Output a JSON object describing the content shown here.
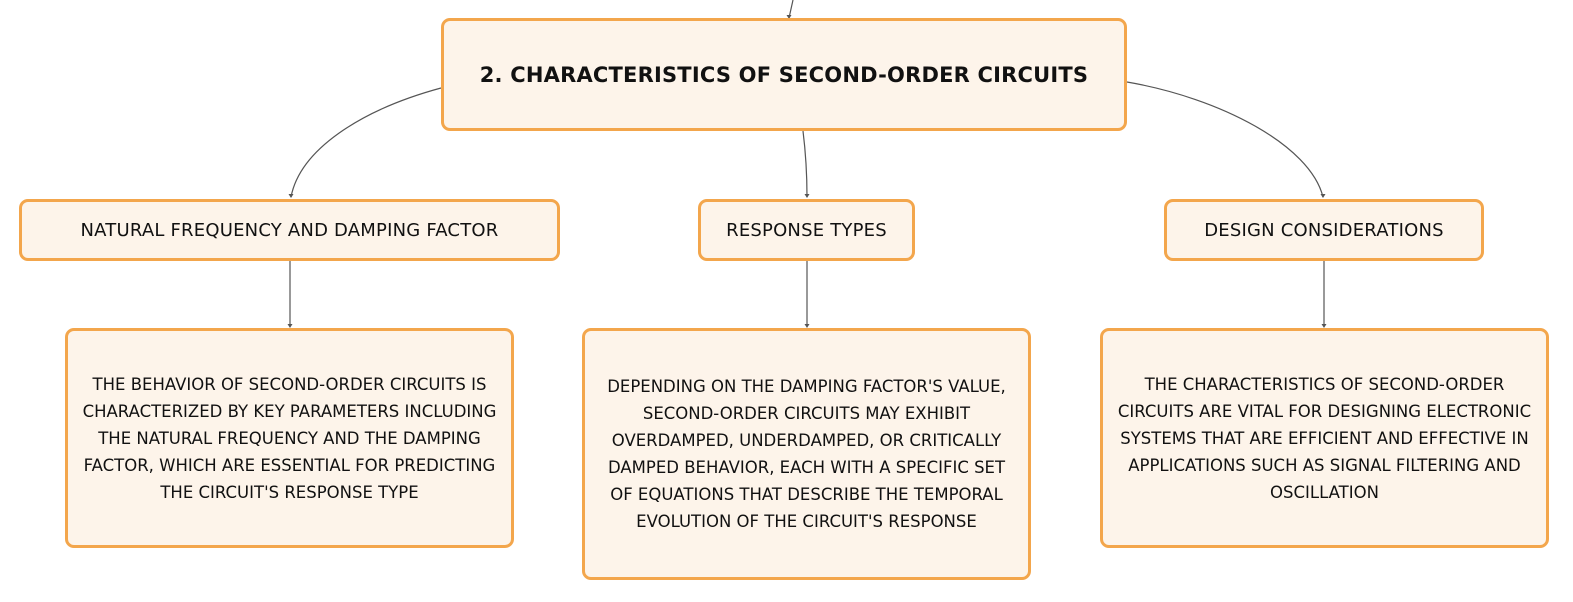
{
  "diagram": {
    "root": {
      "label": "2. CHARACTERISTICS OF SECOND-ORDER CIRCUITS"
    },
    "branches": [
      {
        "label": "NATURAL FREQUENCY AND DAMPING FACTOR",
        "detail": "THE BEHAVIOR OF SECOND-ORDER CIRCUITS IS CHARACTERIZED BY KEY PARAMETERS INCLUDING THE NATURAL FREQUENCY AND THE DAMPING FACTOR, WHICH ARE ESSENTIAL FOR PREDICTING THE CIRCUIT'S RESPONSE TYPE"
      },
      {
        "label": "RESPONSE TYPES",
        "detail": "DEPENDING ON THE DAMPING FACTOR'S VALUE, SECOND-ORDER CIRCUITS MAY EXHIBIT OVERDAMPED, UNDERDAMPED, OR CRITICALLY DAMPED BEHAVIOR, EACH WITH A SPECIFIC SET OF EQUATIONS THAT DESCRIBE THE TEMPORAL EVOLUTION OF THE CIRCUIT'S RESPONSE"
      },
      {
        "label": "DESIGN CONSIDERATIONS",
        "detail": "THE CHARACTERISTICS OF SECOND-ORDER CIRCUITS ARE VITAL FOR DESIGNING ELECTRONIC SYSTEMS THAT ARE EFFICIENT AND EFFECTIVE IN APPLICATIONS SUCH AS SIGNAL FILTERING AND OSCILLATION"
      }
    ],
    "colors": {
      "node_fill": "#fdf4ea",
      "node_border": "#f3a64c",
      "connector": "#555555"
    }
  }
}
